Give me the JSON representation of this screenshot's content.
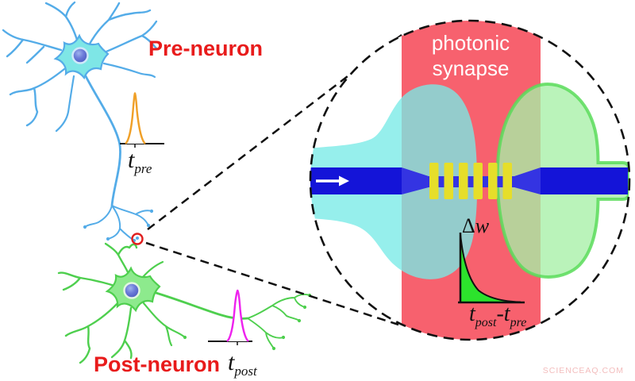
{
  "figure": {
    "pre_neuron": {
      "label": "Pre-neuron",
      "spike_symbol": "t",
      "spike_subscript": "pre"
    },
    "post_neuron": {
      "label": "Post-neuron",
      "spike_symbol": "t",
      "spike_subscript": "post"
    },
    "magnifier": {
      "label_line1": "photonic",
      "label_line2": "synapse"
    },
    "stdp_plot": {
      "ylabel_delta": "Δ",
      "ylabel_symbol": "w",
      "xlabel_symbol1": "t",
      "xlabel_subscript1": "post",
      "xlabel_symbol2": "-t",
      "xlabel_subscript2": "pre"
    },
    "watermark": "SCIENCEAQ.COM"
  },
  "colors": {
    "neuron_pre_body": "#7ee6e6",
    "neuron_pre_outline": "#54ace8",
    "neuron_post_body": "#8dea8d",
    "neuron_post_outline": "#4ecf4e",
    "neuron_label_red": "#e81b1b",
    "pre_spike_orange": "#f0a028",
    "post_spike_magenta": "#ee22ee",
    "annotation_circle_red": "#e02020",
    "synapse_band_red": "#f7616e",
    "pre_terminal_cyan": "rgba(121,235,231,0.78)",
    "post_terminal_green": "rgba(167,240,167,0.78)",
    "post_terminal_rim": "rgba(90,220,90,0.85)",
    "waveguide_blue": "#1414d8",
    "waveguide_narrow_blue": "#3434e2",
    "grating_yellow": "#e6de2a",
    "stdp_curve_green": "#2ce32c",
    "watermark_pink": "#f3bdbd"
  },
  "chart_data": {
    "type": "area",
    "title": "STDP synaptic weight change (inset)",
    "ylabel": "Δw",
    "xlabel": "t_post - t_pre",
    "normalized": true,
    "x": [
      0,
      0.15,
      0.3,
      0.45,
      0.6,
      0.75,
      0.9,
      1
    ],
    "y": [
      1,
      0.52,
      0.28,
      0.15,
      0.08,
      0.04,
      0.01,
      0
    ],
    "curve": "exponential-decay",
    "grid": false,
    "legend_position": "none"
  }
}
